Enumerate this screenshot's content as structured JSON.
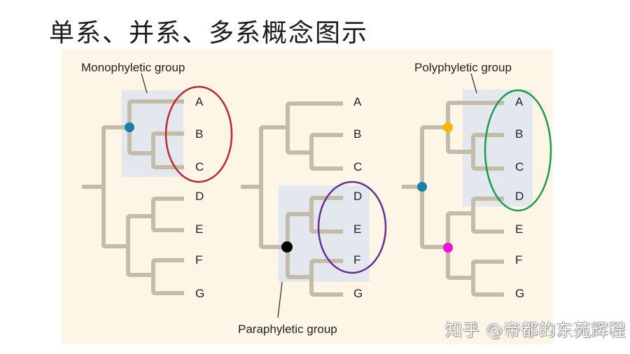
{
  "title": "单系、并系、多系概念图示",
  "colors": {
    "panel_bg": "#fdf6e6",
    "branch": "#c3bca8",
    "highlight_box": "#e3e8ef",
    "mono_ellipse": "#c0262c",
    "para_ellipse": "#6a2c91",
    "poly_ellipse": "#1f9a4a",
    "node_blue": "#1681a8",
    "node_black": "#000000",
    "node_yellow": "#f5b800",
    "node_magenta": "#ee10e0"
  },
  "panels": [
    {
      "id": "monophyletic",
      "group_label": "Monophyletic group",
      "tips": [
        "A",
        "B",
        "C",
        "D",
        "E",
        "F",
        "G"
      ],
      "highlighted_tips": [
        "A",
        "B",
        "C"
      ],
      "circled_tips": [
        "A",
        "B",
        "C"
      ],
      "ellipse_color": "red",
      "nodes": [
        {
          "color": "blue",
          "position": "ancestor of A,B,C"
        }
      ]
    },
    {
      "id": "paraphyletic",
      "group_label": "Paraphyletic group",
      "tips": [
        "A",
        "B",
        "C",
        "D",
        "E",
        "F",
        "G"
      ],
      "highlighted_tips": [
        "D",
        "E",
        "F"
      ],
      "circled_tips": [
        "D",
        "E",
        "F"
      ],
      "ellipse_color": "purple",
      "nodes": [
        {
          "color": "black",
          "position": "ancestor of D,E,F,G"
        }
      ]
    },
    {
      "id": "polyphyletic",
      "group_label": "Polyphyletic group",
      "tips": [
        "A",
        "B",
        "C",
        "D",
        "E",
        "F",
        "G"
      ],
      "highlighted_tips": [
        "A",
        "B",
        "C",
        "D"
      ],
      "circled_tips": [
        "A",
        "B",
        "C",
        "D"
      ],
      "ellipse_color": "green",
      "nodes": [
        {
          "color": "yellow",
          "position": "ancestor of A,B,C"
        },
        {
          "color": "blue",
          "position": "root"
        },
        {
          "color": "magenta",
          "position": "ancestor of D,E,F,G"
        }
      ]
    }
  ],
  "watermark": "知乎 @帝都的东苑辉程"
}
